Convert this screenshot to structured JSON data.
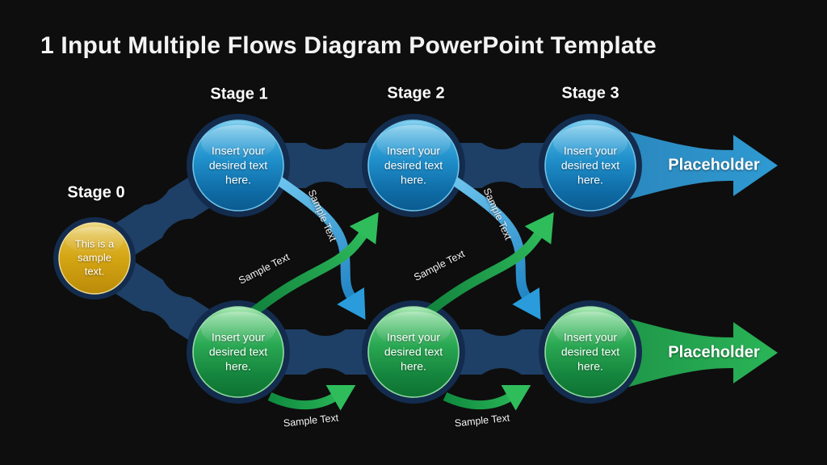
{
  "slide": {
    "title": "1 Input Multiple Flows Diagram PowerPoint Template"
  },
  "colors": {
    "background": "#0e0e0e",
    "connector_navy": "#1e3f66",
    "ring_navy": "#132c4e",
    "node_blue": "#1e86c1",
    "node_green": "#27a851",
    "node_yellow": "#d4a513",
    "arrow_blue": "#2a9bdb",
    "arrow_green": "#2fbd5c",
    "text": "#ffffff"
  },
  "stage_labels": [
    {
      "text": "Stage 0"
    },
    {
      "text": "Stage 1"
    },
    {
      "text": "Stage 2"
    },
    {
      "text": "Stage 3"
    }
  ],
  "input_node": {
    "text": "This is a sample text."
  },
  "top_row_nodes": [
    {
      "text": "Insert your desired text here."
    },
    {
      "text": "Insert your desired text here."
    },
    {
      "text": "Insert your desired text here."
    }
  ],
  "bottom_row_nodes": [
    {
      "text": "Insert your desired text here."
    },
    {
      "text": "Insert your desired text here."
    },
    {
      "text": "Insert your desired text here."
    }
  ],
  "flow_labels": [
    {
      "text": "Sample Text"
    },
    {
      "text": "Sample Text"
    },
    {
      "text": "Sample Text"
    },
    {
      "text": "Sample Text"
    },
    {
      "text": "Sample Text"
    },
    {
      "text": "Sample Text"
    }
  ],
  "output_arrows": [
    {
      "text": "Placeholder"
    },
    {
      "text": "Placeholder"
    }
  ]
}
